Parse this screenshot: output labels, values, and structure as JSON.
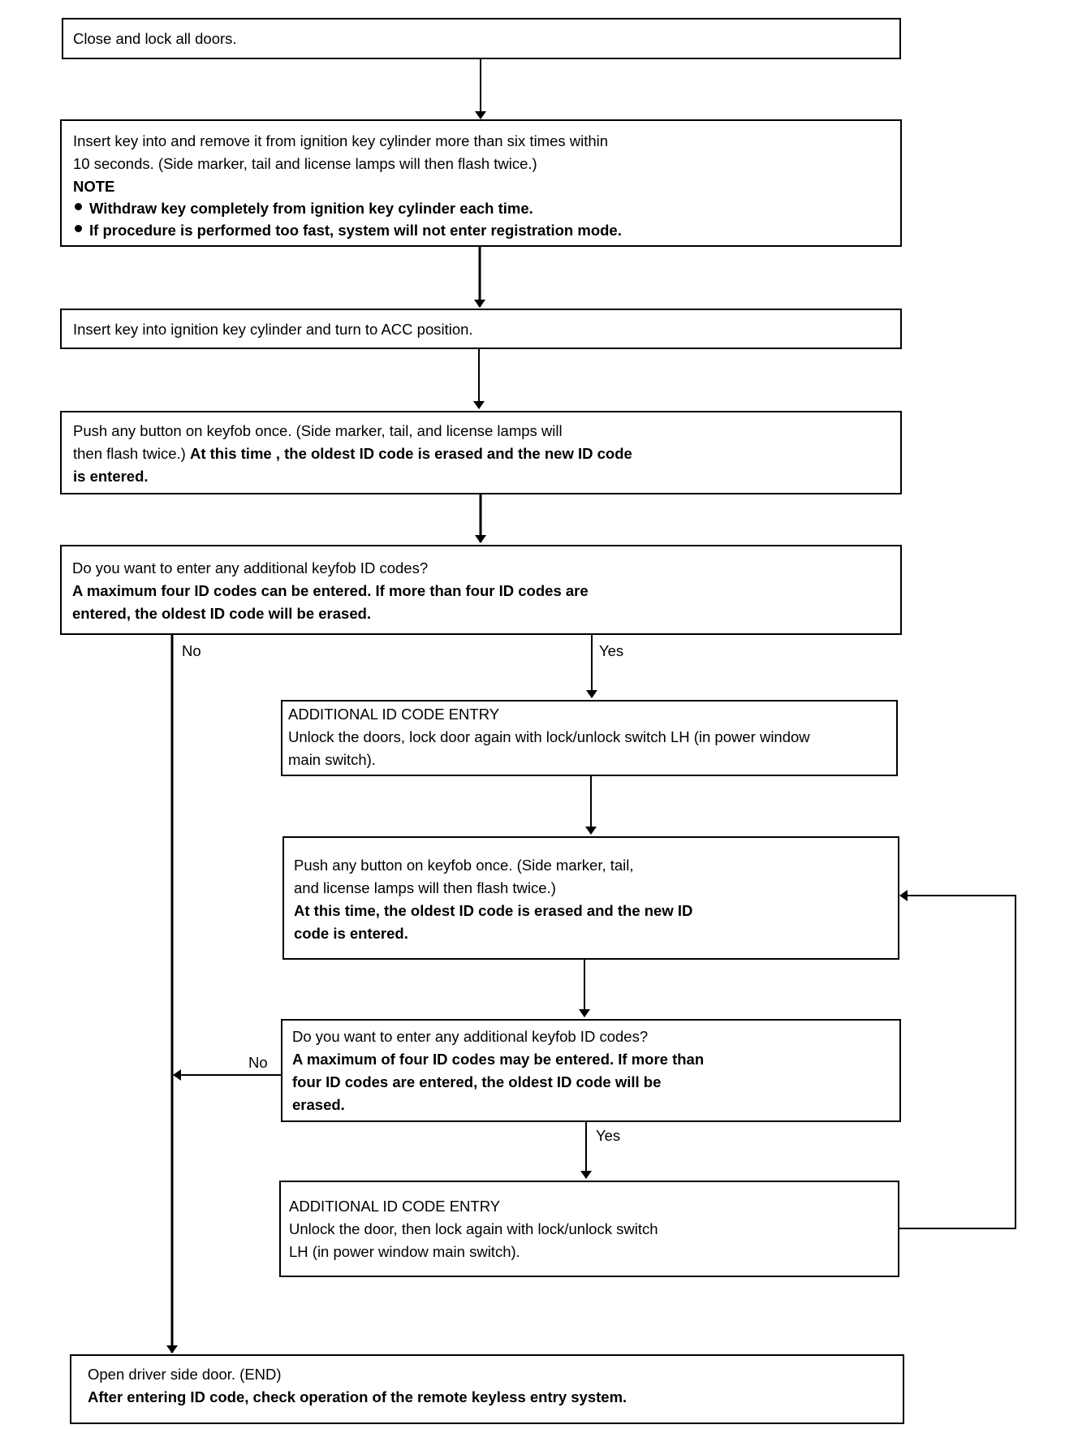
{
  "steps": {
    "s1": {
      "line1": "Close and lock all doors."
    },
    "s2": {
      "line1": "Insert key into and remove it from ignition key cylinder more than six times within",
      "line2": "10 seconds. (Side marker, tail and license lamps will then flash twice.)",
      "note": "NOTE",
      "bullet1": "Withdraw key completely from ignition key cylinder each time.",
      "bullet2": "If procedure is performed too fast, system will not enter registration mode."
    },
    "s3": {
      "line1": "Insert key into ignition key cylinder and turn to ACC position."
    },
    "s4": {
      "line1": "Push any button on keyfob once. (Side marker, tail, and license lamps will",
      "line2a": "then flash twice.) ",
      "line2b": "At this time , the oldest ID code is erased and the new ID code",
      "line3": "is entered."
    },
    "s5": {
      "line1": "Do you want to enter any additional keyfob ID codes?",
      "line2": "A maximum four ID codes can be entered. If more than four ID codes are",
      "line3": "entered, the oldest ID code will be erased."
    },
    "s6": {
      "line1": "ADDITIONAL ID CODE ENTRY",
      "line2": "Unlock the doors, lock door again with lock/unlock switch LH (in power window",
      "line3": "main switch)."
    },
    "s7": {
      "line1": "Push any button on keyfob once. (Side marker, tail,",
      "line2": "and license lamps will then flash twice.)",
      "line3": "At this time, the oldest ID code is erased and the new ID",
      "line4": "code is entered."
    },
    "s8": {
      "line1": "Do you want to enter any additional keyfob ID codes?",
      "line2": "A maximum of four ID codes may be entered. If more than",
      "line3": "four ID codes are entered, the oldest ID code will be",
      "line4": "erased."
    },
    "s9": {
      "line1": "ADDITIONAL ID CODE ENTRY",
      "line2": "Unlock the door, then lock again with lock/unlock switch",
      "line3": "LH (in power window main switch)."
    },
    "s10": {
      "line1": "Open driver side door. (END)",
      "line2": "After entering ID code, check operation of the remote keyless entry system."
    }
  },
  "labels": {
    "no1": "No",
    "yes1": "Yes",
    "no2": "No",
    "yes2": "Yes"
  }
}
